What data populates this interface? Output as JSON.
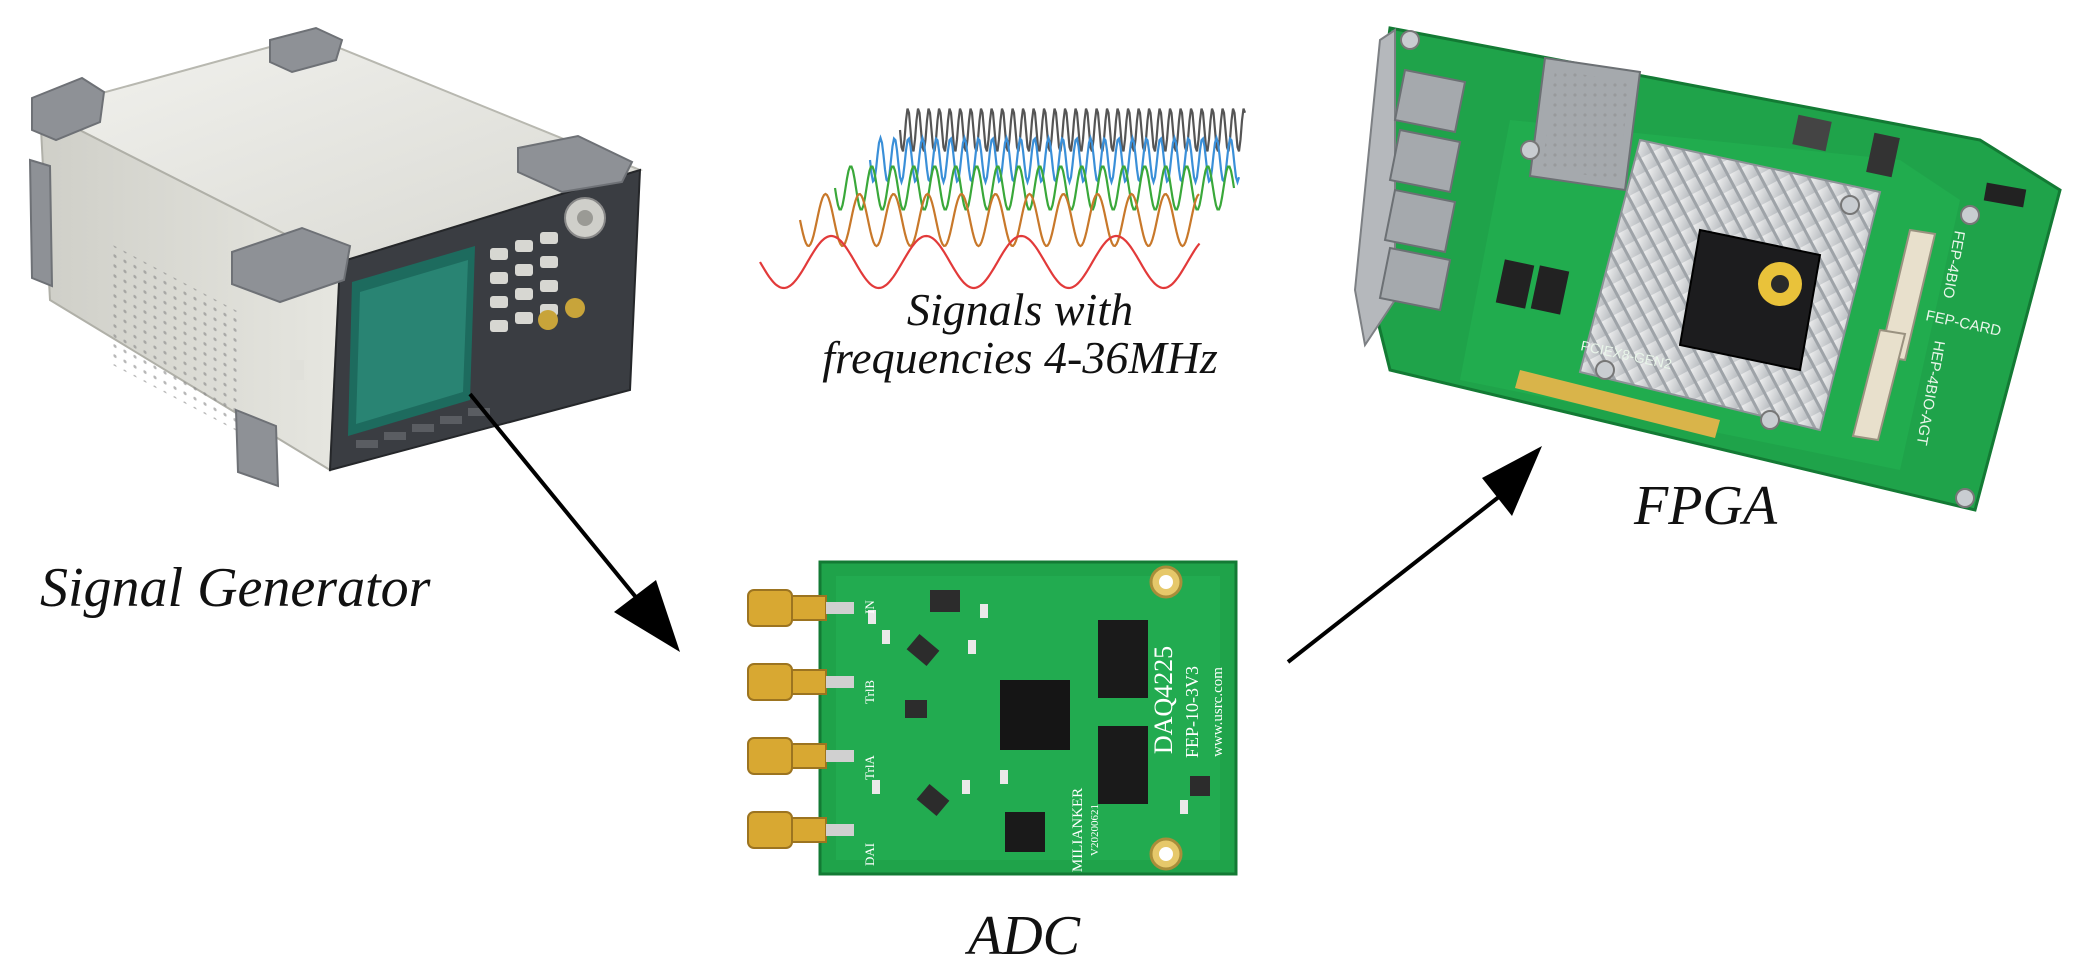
{
  "labels": {
    "signal_generator": "Signal Generator",
    "signals_line1": "Signals with",
    "signals_line2": "frequencies 4-36MHz",
    "adc": "ADC",
    "fpga": "FPGA"
  },
  "board_text": {
    "adc_model": "DAQ4225",
    "adc_part": "FEP-10-3V3",
    "adc_site": "www.usrc.com",
    "adc_brand": "MILIANKER",
    "adc_date": "V20200621",
    "adc_ch1": "DAI",
    "adc_ch2": "TrlA",
    "adc_ch3": "TrlB",
    "adc_ch4": "IN",
    "fpga_slot": "PCIEX8-GEN2",
    "fpga_card": "FEP-CARD",
    "fpga_model1": "FEP-4BIO",
    "fpga_model2": "HEP-4BIO-AGT"
  },
  "colors": {
    "wave_gray": "#555555",
    "wave_blue": "#3a8fd8",
    "wave_green": "#3aa83a",
    "wave_orange": "#c8782a",
    "wave_red": "#e23a3a",
    "pcb_green": "#1fa34a",
    "arrow": "#000000"
  }
}
